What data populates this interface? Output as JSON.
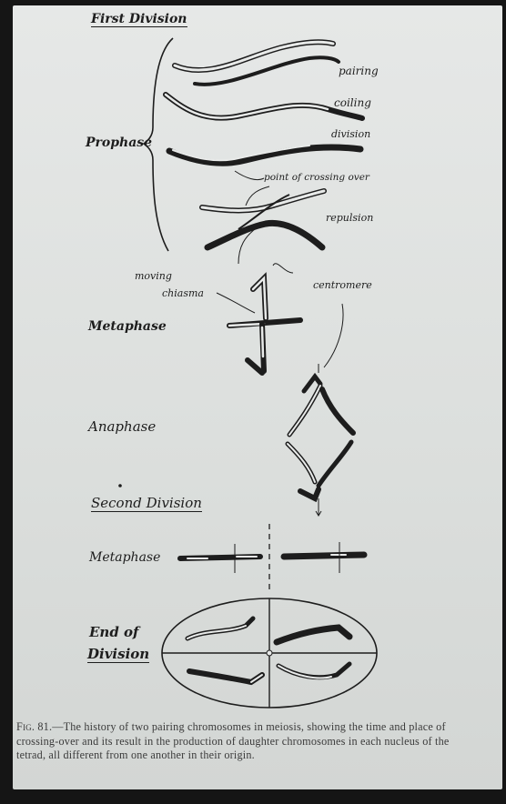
{
  "headings": {
    "first_division": "First Division",
    "second_division": "Second Division"
  },
  "stages": {
    "prophase": "Prophase",
    "metaphase": "Metaphase",
    "anaphase": "Anaphase",
    "metaphase_2": "Metaphase",
    "end_of_division_line1": "End of",
    "end_of_division_line2": "Division"
  },
  "annotations": {
    "pairing": "pairing",
    "coiling": "coiling",
    "division": "division",
    "point_of_crossing_over": "point of crossing over",
    "repulsion": "repulsion",
    "moving": "moving",
    "chiasma": "chiasma",
    "centromere": "centromere"
  },
  "caption": {
    "fig_label": "Fig. 81.",
    "text": "—The history of two pairing chromosomes in meiosis, showing the time and place of crossing-over and its result in the production of daughter chromosomes in each nucleus of the tetrad, all different from one another in their origin."
  },
  "colors": {
    "background": "#151515",
    "card": "#e2e4e3",
    "ink": "#1d1d1d",
    "caption_ink": "#3a3a3a"
  }
}
